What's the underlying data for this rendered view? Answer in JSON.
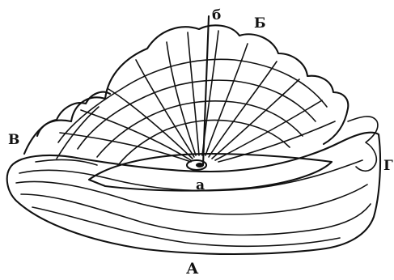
{
  "labels": {
    "a": "а",
    "b_small": "б",
    "B_upper": "Б",
    "V": "В",
    "G": "Г",
    "A": "А"
  },
  "colors": {
    "ink": "#111111",
    "paper": "#ffffff"
  }
}
